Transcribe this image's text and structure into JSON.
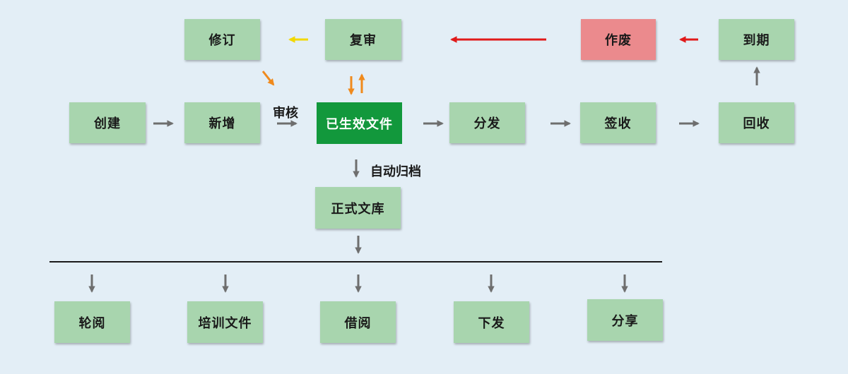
{
  "nodes": {
    "revise": "修订",
    "re_review": "复审",
    "void": "作废",
    "expire": "到期",
    "create": "创建",
    "add": "新增",
    "effective": "已生效文件",
    "distribute": "分发",
    "sign": "签收",
    "recall": "回收",
    "library": "正式文库",
    "circulate": "轮阅",
    "training": "培训文件",
    "borrow": "借阅",
    "issue": "下发",
    "share": "分享"
  },
  "labels": {
    "review": "审核",
    "auto_archive": "自动归档"
  },
  "colors": {
    "node_fill": "#a8d5ae",
    "active_fill": "#12983c",
    "void_fill": "#eb8a8d",
    "gray_arrow": "#6e6e6e",
    "red_arrow": "#e01a1a",
    "yellow_arrow": "#f2d800",
    "orange_arrow": "#f08a1c"
  }
}
